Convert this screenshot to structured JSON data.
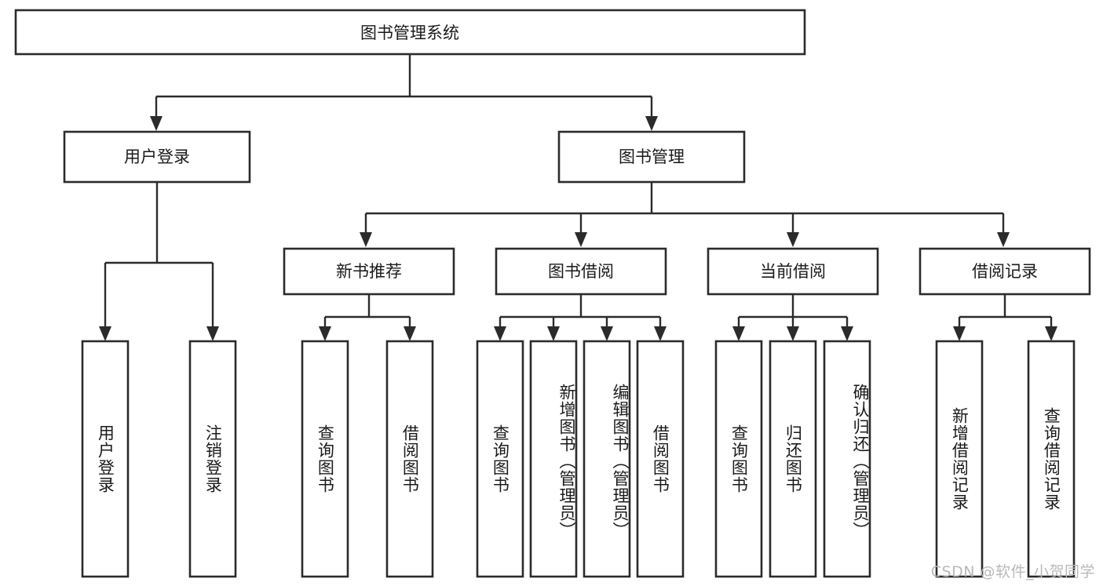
{
  "diagram": {
    "title": "图书管理系统",
    "type": "hierarchy-tree",
    "watermark": "CSDN @软件_小贺同学",
    "colors": {
      "stroke": "#2b2b2b",
      "fill": "#ffffff",
      "text": "#1a1a1a",
      "watermark": "#b9b9b9"
    },
    "root": {
      "label": "图书管理系统"
    },
    "level2": [
      {
        "id": "user-login",
        "label": "用户登录"
      },
      {
        "id": "book-management",
        "label": "图书管理"
      }
    ],
    "level3": [
      {
        "id": "new-book-recommend",
        "label": "新书推荐",
        "parent": "book-management"
      },
      {
        "id": "book-borrow",
        "label": "图书借阅",
        "parent": "book-management"
      },
      {
        "id": "current-borrow",
        "label": "当前借阅",
        "parent": "book-management"
      },
      {
        "id": "borrow-record",
        "label": "借阅记录",
        "parent": "book-management"
      }
    ],
    "leaves": [
      {
        "id": "leaf-user-login",
        "label": "用户登录",
        "parent": "user-login"
      },
      {
        "id": "leaf-user-logout",
        "label": "注销登录",
        "parent": "user-login"
      },
      {
        "id": "leaf-query-book-1",
        "label": "查询图书",
        "parent": "new-book-recommend"
      },
      {
        "id": "leaf-borrow-book-1",
        "label": "借阅图书",
        "parent": "new-book-recommend"
      },
      {
        "id": "leaf-query-book-2",
        "label": "查询图书",
        "parent": "book-borrow"
      },
      {
        "id": "leaf-add-book",
        "label": "新增图书（管理员）",
        "parent": "book-borrow"
      },
      {
        "id": "leaf-edit-book",
        "label": "编辑图书（管理员）",
        "parent": "book-borrow"
      },
      {
        "id": "leaf-borrow-book-2",
        "label": "借阅图书",
        "parent": "book-borrow"
      },
      {
        "id": "leaf-query-book-3",
        "label": "查询图书",
        "parent": "current-borrow"
      },
      {
        "id": "leaf-return-book",
        "label": "归还图书",
        "parent": "current-borrow"
      },
      {
        "id": "leaf-confirm-return",
        "label": "确认归还（管理员）",
        "parent": "current-borrow"
      },
      {
        "id": "leaf-add-record",
        "label": "新增借阅记录",
        "parent": "borrow-record"
      },
      {
        "id": "leaf-query-record",
        "label": "查询借阅记录",
        "parent": "borrow-record"
      }
    ]
  }
}
